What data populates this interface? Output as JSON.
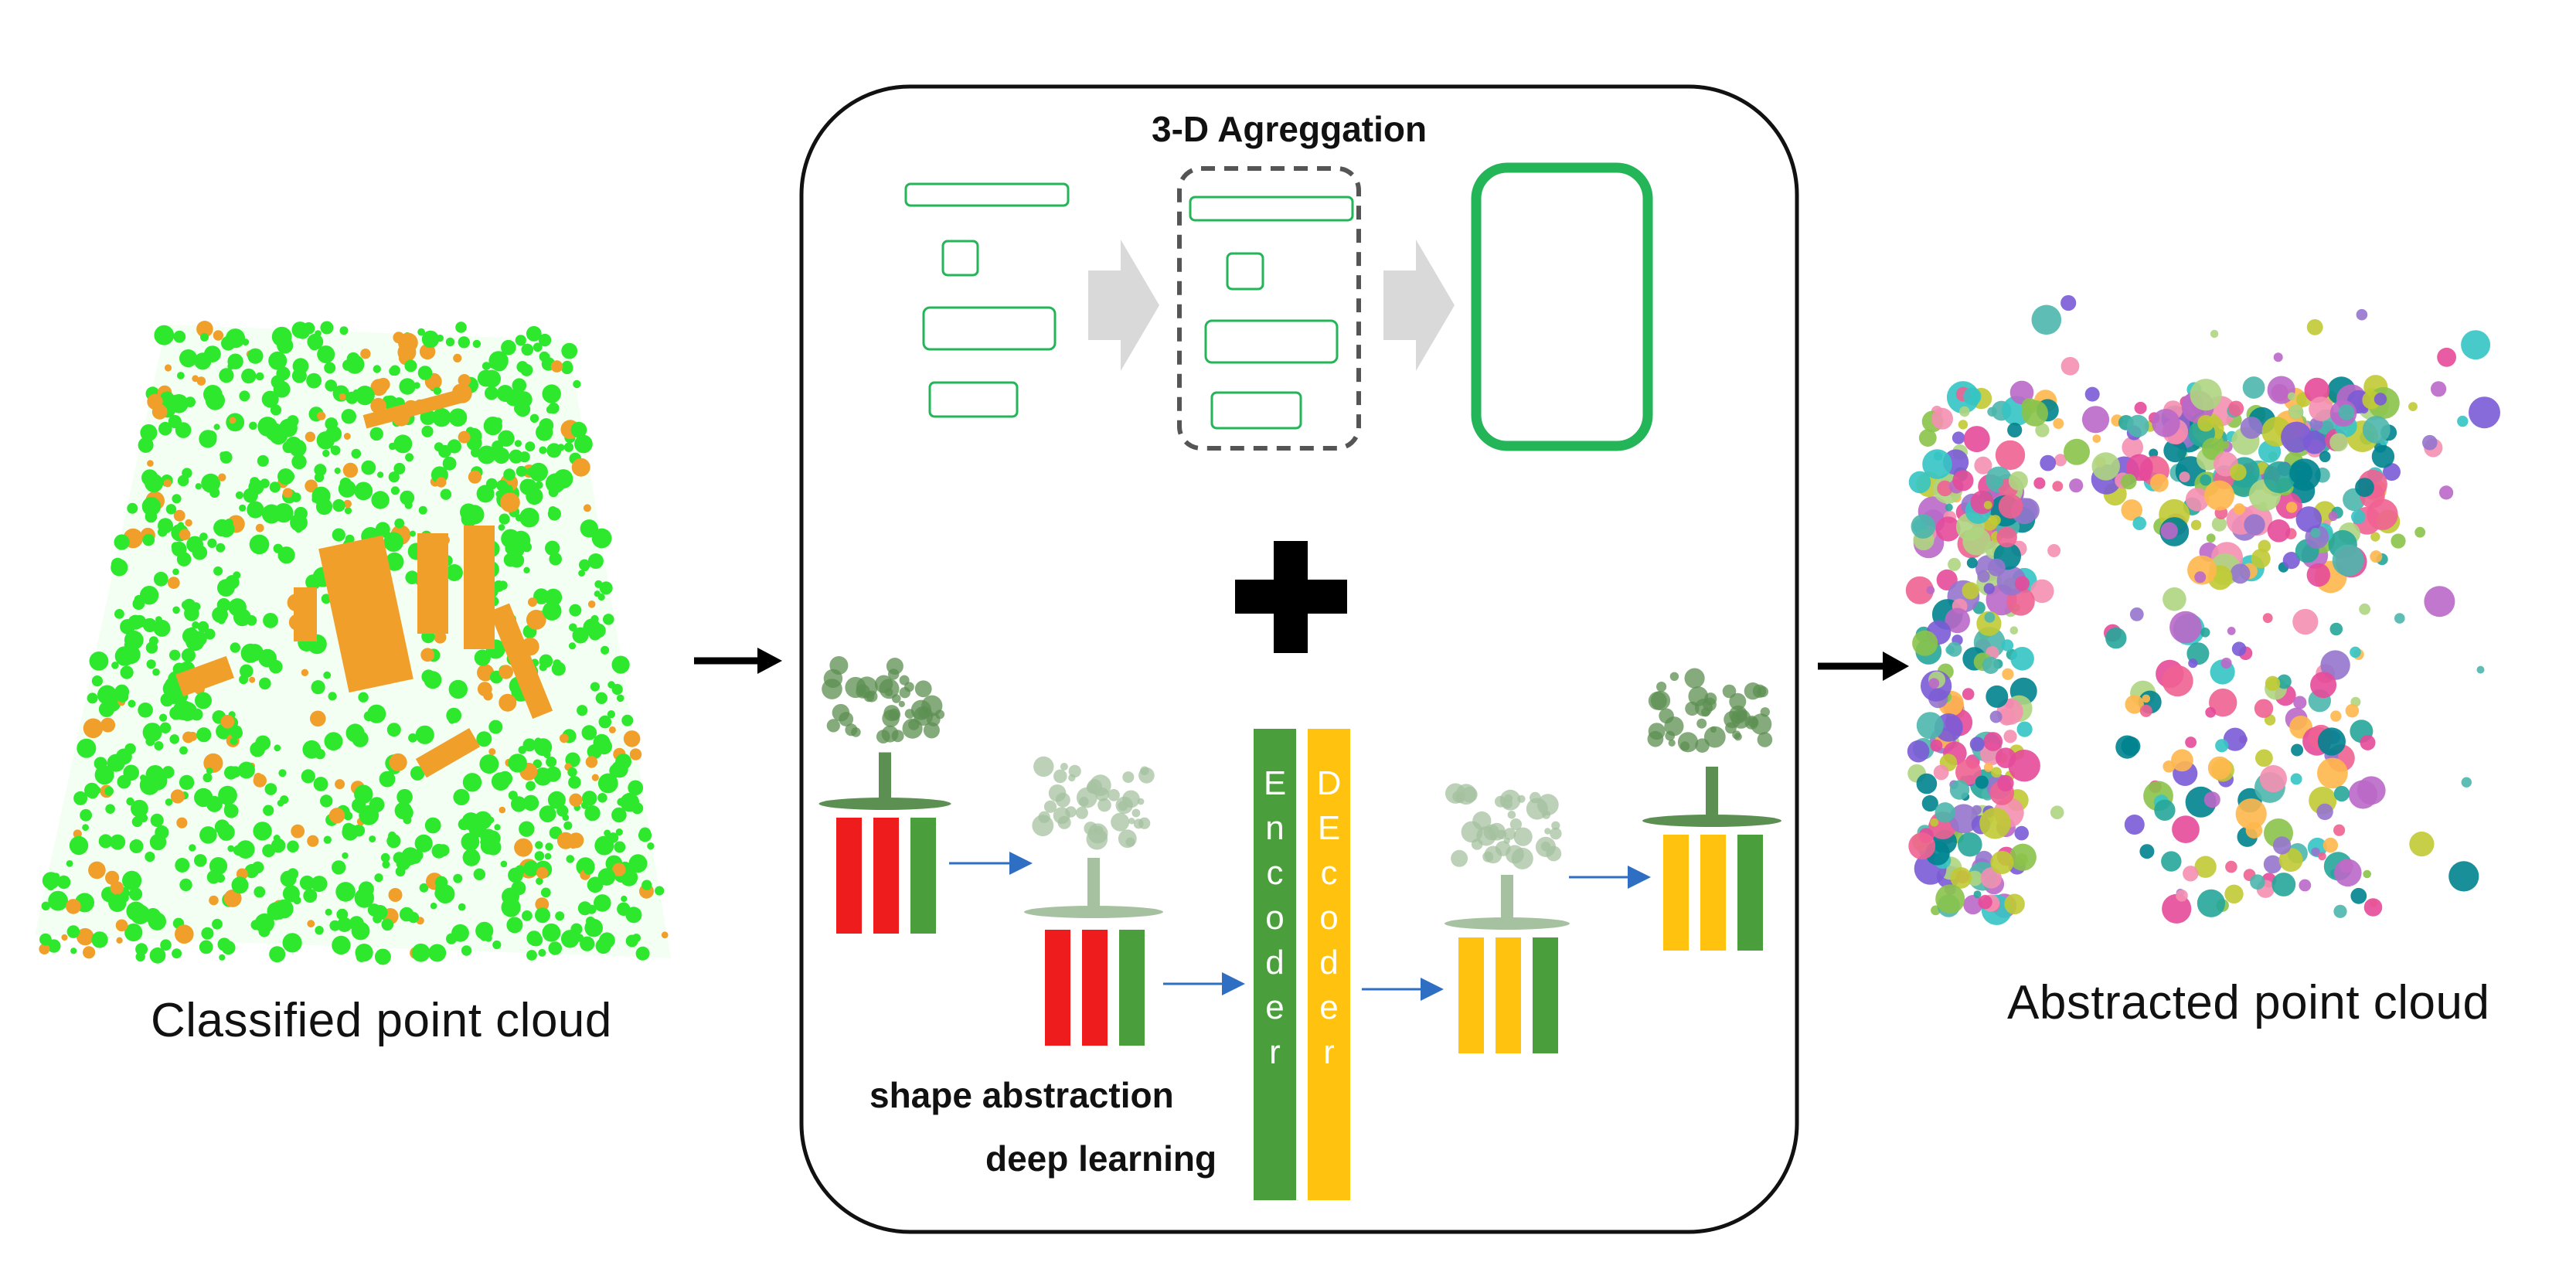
{
  "captions": {
    "left": "Classified point cloud",
    "right": "Abstracted point cloud"
  },
  "panel": {
    "aggregation_title": "3-D Agreggation",
    "shape_label": "shape abstraction",
    "learning_label": "deep learning",
    "encoder_label": "Encoder",
    "decoder_label": "DEcoder"
  },
  "colors": {
    "vegetation": "#2ee82e",
    "building": "#f0a02a",
    "box_outline": "#23b558",
    "bar_red": "#ee1c1c",
    "bar_green": "#4a9e3c",
    "bar_yellow": "#ffc20e",
    "arrow_blue": "#2e6fc4",
    "gray_arrow": "#d9d9d9",
    "tree_green": "#5c8f52"
  }
}
